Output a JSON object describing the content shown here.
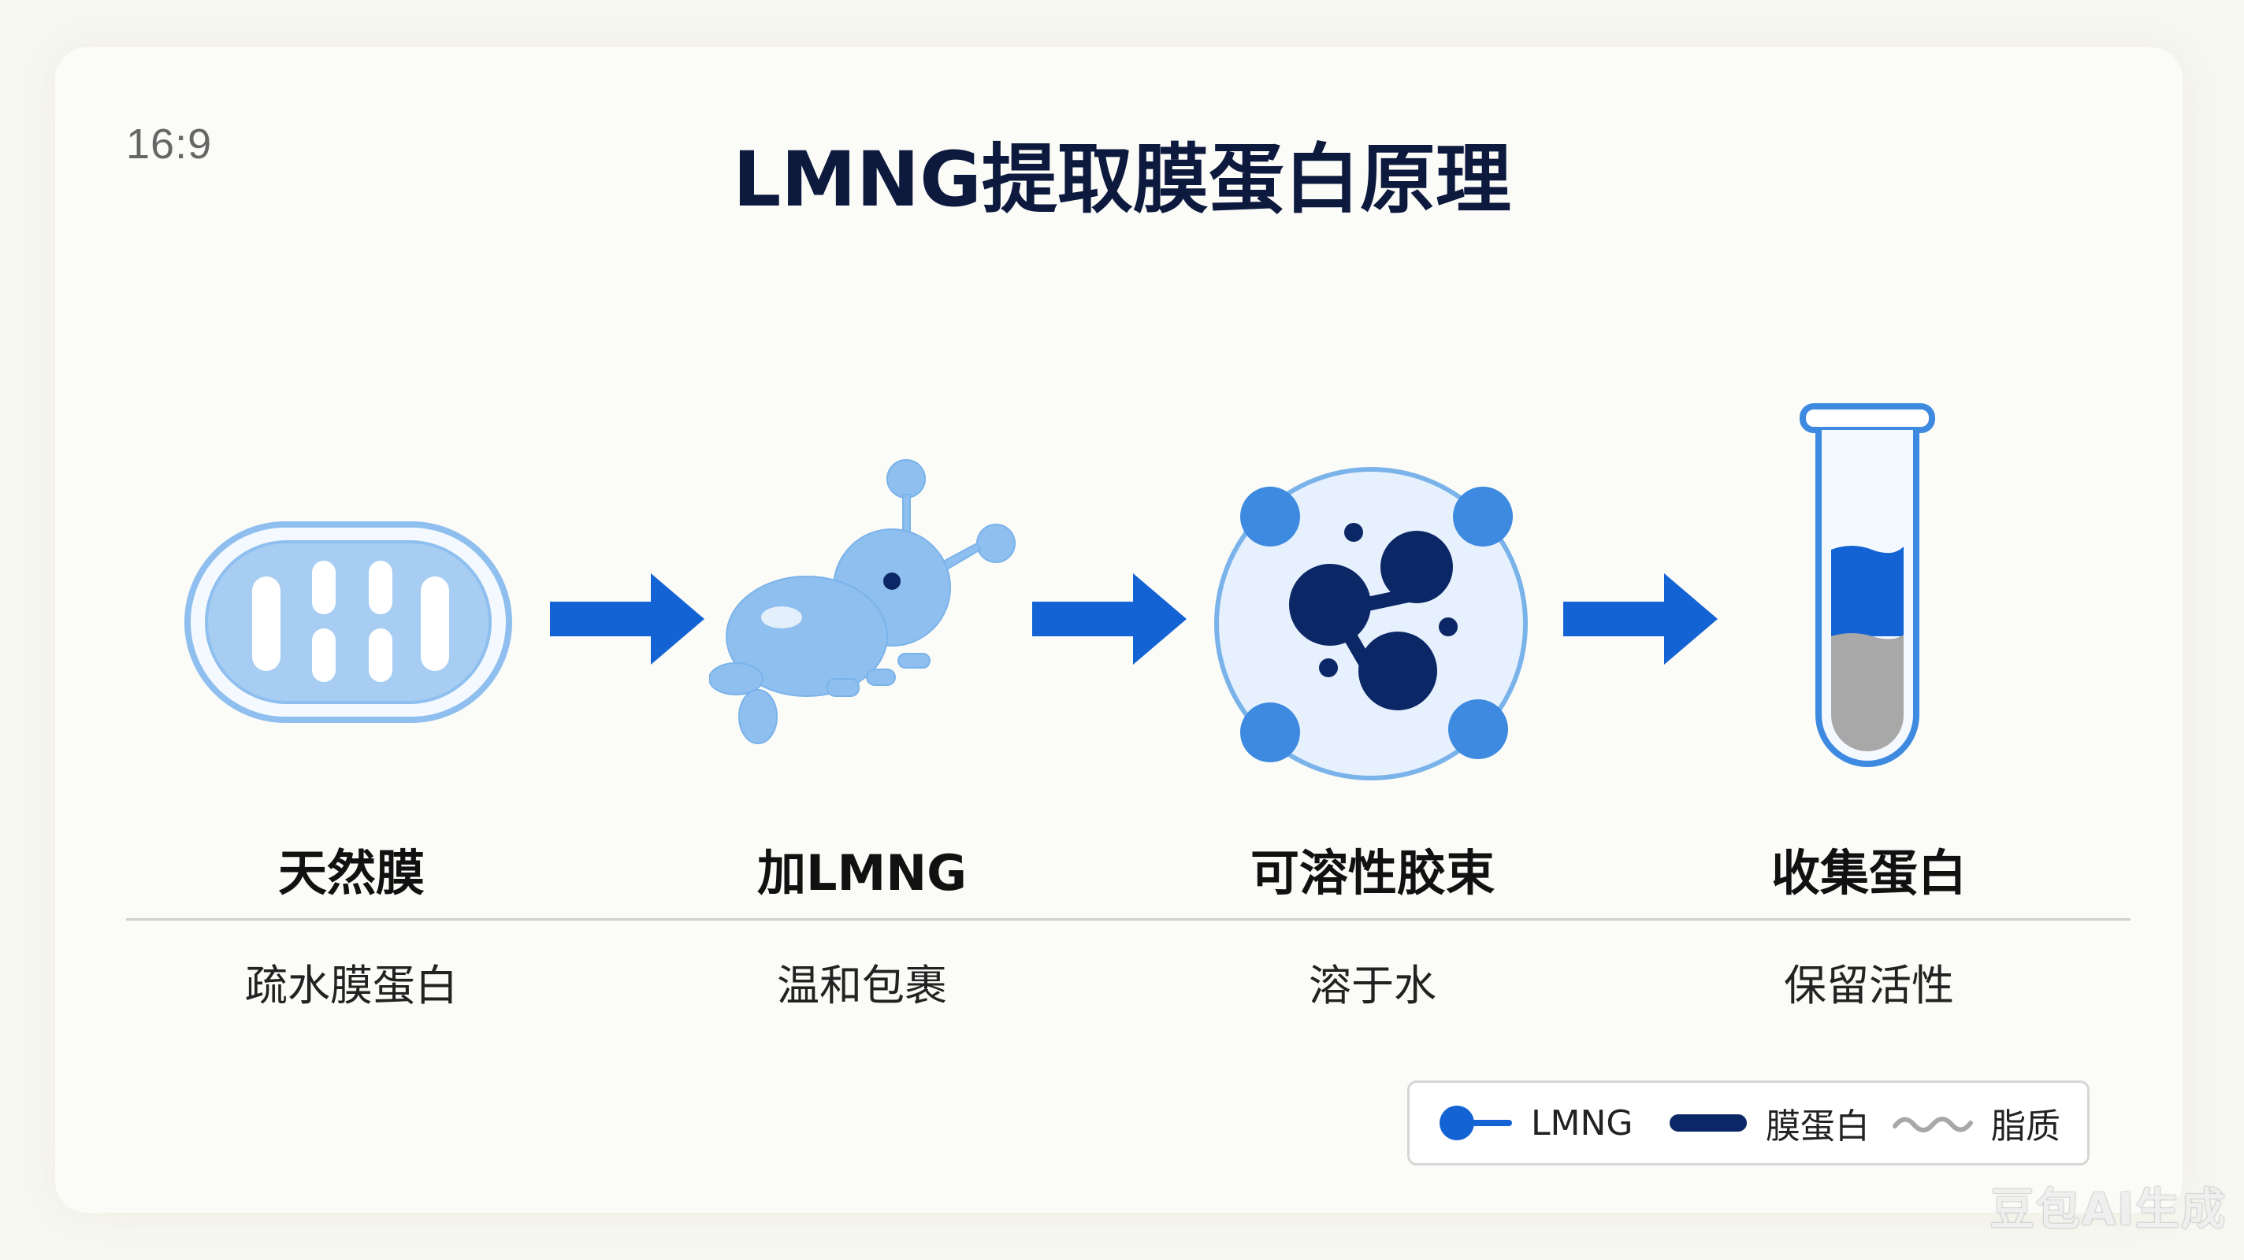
{
  "ratio_label": "16:9",
  "title": "LMNG提取膜蛋白原理",
  "steps": [
    {
      "label": "天然膜",
      "sub": "疏水膜蛋白",
      "icon": "membrane-icon"
    },
    {
      "label": "加LMNG",
      "sub": "温和包裹",
      "icon": "lmng-molecule-icon"
    },
    {
      "label": "可溶性胶束",
      "sub": "溶于水",
      "icon": "micelle-icon"
    },
    {
      "label": "收集蛋白",
      "sub": "保留活性",
      "icon": "test-tube-icon"
    }
  ],
  "legend": [
    {
      "label": "LMNG",
      "icon": "lmng-legend-icon"
    },
    {
      "label": "膜蛋白",
      "icon": "protein-legend-icon"
    },
    {
      "label": "脂质",
      "icon": "lipid-legend-icon"
    }
  ],
  "watermark": "豆包AI生成",
  "colors": {
    "arrow": "#1463d4",
    "light_blue": "#8ebfef",
    "mid_blue": "#3d8ae0",
    "dark_navy": "#0b2766",
    "test_tube_grey": "#a8a8a8"
  }
}
